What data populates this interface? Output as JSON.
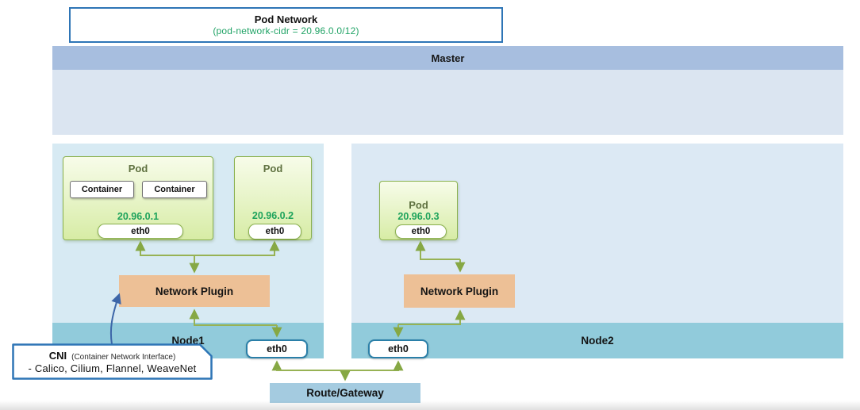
{
  "pod_network": {
    "title": "Pod Network",
    "cidr": "(pod-network-cidr = 20.96.0.0/12)"
  },
  "master": {
    "label": "Master"
  },
  "nodes": [
    {
      "label": "Node1",
      "network_plugin": "Network Plugin",
      "eth0": "eth0",
      "pods": [
        {
          "title": "Pod",
          "containers": [
            "Container",
            "Container"
          ],
          "ip": "20.96.0.1",
          "eth0": "eth0"
        },
        {
          "title": "Pod",
          "containers": [],
          "ip": "20.96.0.2",
          "eth0": "eth0"
        }
      ]
    },
    {
      "label": "Node2",
      "network_plugin": "Network Plugin",
      "eth0": "eth0",
      "pods": [
        {
          "title": "Pod",
          "containers": [],
          "ip": "20.96.0.3",
          "eth0": "eth0"
        }
      ]
    }
  ],
  "route_gateway": {
    "label": "Route/Gateway"
  },
  "cni": {
    "title": "CNI",
    "subtitle": "(Container Network Interface)",
    "plugins": "- Calico, Cilium, Flannel, WeaveNet"
  },
  "colors": {
    "accent_blue_border": "#2e75b6",
    "ip_green": "#1ea35c",
    "arrow_green": "#8fae4b",
    "arrow_blue": "#3d66a8",
    "plugin_fill": "#edc096",
    "node_band_teal": "#91cbdb",
    "pod_green_border": "#8ab14e"
  }
}
